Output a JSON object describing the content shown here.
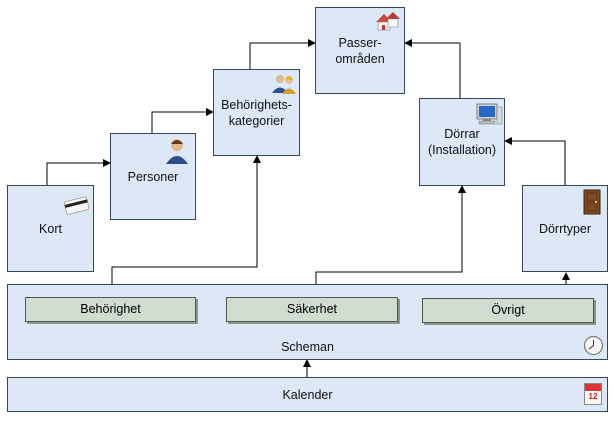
{
  "nodes": {
    "passeromraden": "Passer-\nområden",
    "behorighetskategorier": "Behörighets-\nkategorier",
    "dorrar": "Dörrar\n(Installation)",
    "personer": "Personer",
    "kort": "Kort",
    "dorrtyper": "Dörrtyper",
    "scheman": "Scheman",
    "kalender": "Kalender"
  },
  "scheman_parts": [
    "Behörighet",
    "Säkerhet",
    "Övrigt"
  ],
  "calendar_icon_text": "12",
  "colors": {
    "box_fill": "#dce8f5",
    "box_border": "#33465c",
    "sub_fill": "#cfdccf",
    "line": "#000000"
  },
  "icons": [
    "house-icon",
    "users-icon",
    "person-icon",
    "card-icon",
    "computer-icon",
    "door-icon",
    "clock-icon",
    "calendar-icon"
  ]
}
